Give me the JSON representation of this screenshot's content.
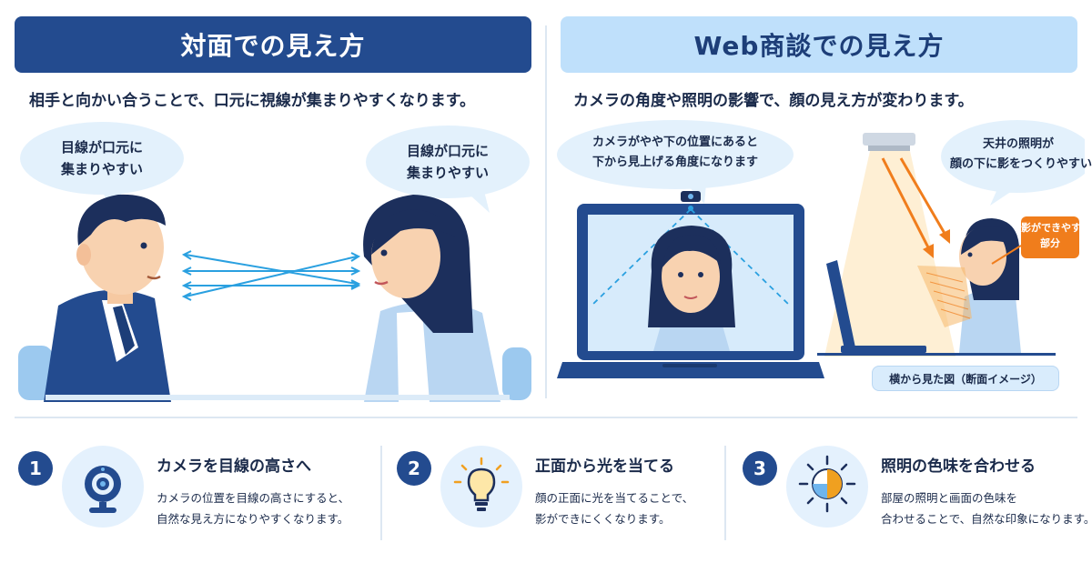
{
  "left_panel": {
    "title": "対面での見え方",
    "subtitle": "相手と向かい合うことで、口元に視線が集まりやすくなります。",
    "bubble_left": [
      "目線が口元に",
      "集まりやすい"
    ],
    "bubble_right": [
      "目線が口元に",
      "集まりやすい"
    ]
  },
  "right_panel": {
    "title": "Web商談での見え方",
    "subtitle": "カメラの角度や照明の影響で、顔の見え方が変わります。",
    "camera_bubble": [
      "カメラがやや下の位置にあると",
      "下から見上げる角度になります"
    ],
    "light_bubble": [
      "天井の照明が",
      "顔の下に影をつくりやすい"
    ],
    "shadow_tag": [
      "影ができやすい",
      "部分"
    ],
    "side_view_label": "横から見た図（断面イメージ）"
  },
  "tips": [
    {
      "number": "1",
      "icon": "webcam-icon",
      "title": "カメラを目線の高さへ",
      "desc": [
        "カメラの位置を目線の高さにすると、",
        "自然な見え方になりやすくなります。"
      ]
    },
    {
      "number": "2",
      "icon": "lightbulb-icon",
      "title": "正面から光を当てる",
      "desc": [
        "顔の正面に光を当てることで、",
        "影ができにくくなります。"
      ]
    },
    {
      "number": "3",
      "icon": "light-color-icon",
      "title": "照明の色味を合わせる",
      "desc": [
        "部屋の照明と画面の色味を",
        "合わせることで、自然な印象になります。"
      ]
    }
  ],
  "colors": {
    "navy": "#234b8f",
    "light_blue": "#bfe0fb",
    "arrow_blue": "#2aa0e0",
    "orange": "#f07d1c"
  }
}
